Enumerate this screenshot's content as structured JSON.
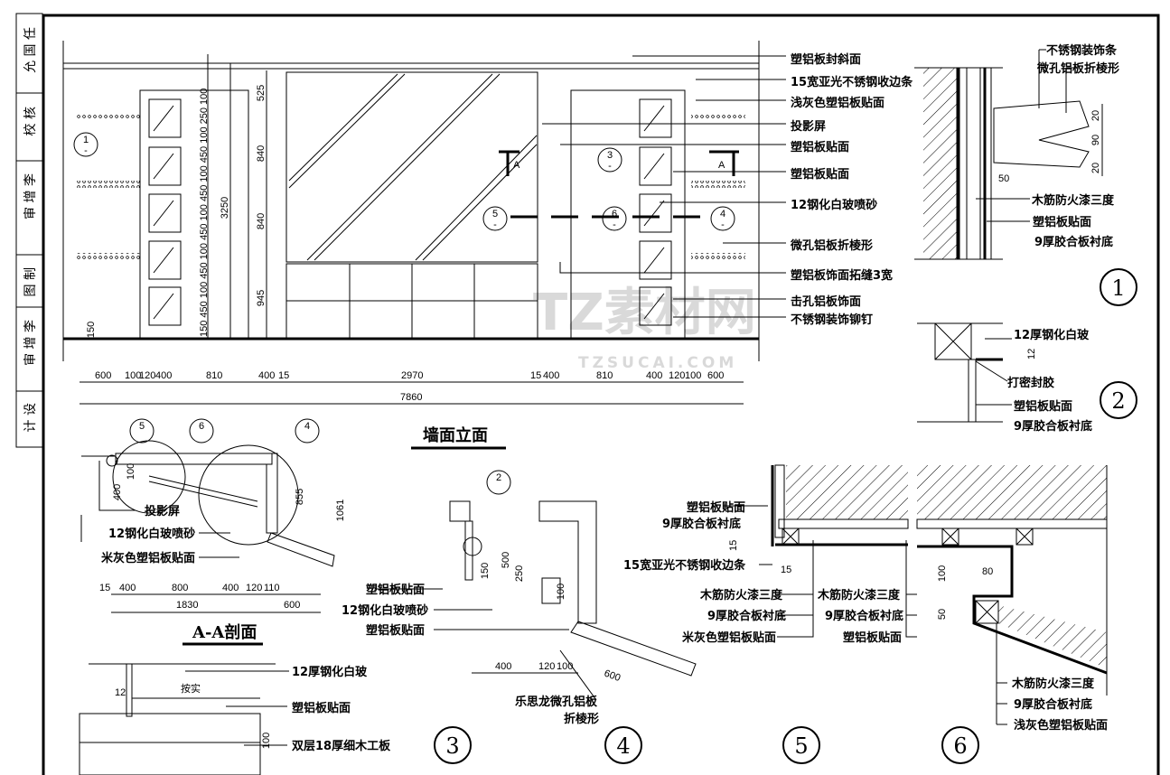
{
  "title_strip": [
    "允 国 任",
    "校 核",
    "审 增 李",
    "图 制",
    "审 增 李",
    "计 设"
  ],
  "titles": {
    "elevation": "墙面立面",
    "section_aa": "A-A剖面"
  },
  "elevation_labels": [
    "塑铝板封斜面",
    "15宽亚光不锈钢收边条",
    "浅灰色塑铝板贴面",
    "投影屏",
    "塑铝板贴面",
    "塑铝板贴面",
    "12钢化白玻喷砂",
    "微孔铝板折棱形",
    "塑铝板饰面拓缝3宽",
    "击孔铝板饰面",
    "不锈钢装饰铆钉"
  ],
  "elevation_dims_h": [
    "600",
    "100",
    "120",
    "400",
    "810",
    "400",
    "15",
    "2970",
    "15",
    "400",
    "810",
    "400",
    "120",
    "100",
    "600"
  ],
  "elevation_total": "7860",
  "elevation_dims_v_left": [
    "100",
    "250",
    "100",
    "450",
    "100",
    "450",
    "100",
    "450",
    "100",
    "450",
    "100",
    "450",
    "150"
  ],
  "elevation_dims_v_mid": [
    "525",
    "840",
    "840",
    "945"
  ],
  "elevation_total_v": "3250",
  "elevation_floor_dim": "150",
  "section_marks": {
    "a": "A",
    "c1": "1",
    "c3": "3",
    "c4": "4",
    "c5": "5",
    "c6": "6",
    "c2": "2",
    "dash": "-"
  },
  "detail1": {
    "labels": [
      "不锈钢装饰条",
      "微孔铝板折棱形",
      "木筋防火漆三度",
      "塑铝板贴面",
      "9厚胶合板衬底"
    ],
    "dims": [
      "20",
      "90",
      "20",
      "50"
    ],
    "number": "1"
  },
  "detail2": {
    "labels": [
      "12厚钢化白玻",
      "打密封胶",
      "塑铝板贴面",
      "9厚胶合板衬底"
    ],
    "dim": "12",
    "number": "2"
  },
  "section_aa": {
    "labels": [
      "投影屏",
      "12钢化白玻喷砂",
      "米灰色塑铝板贴面"
    ],
    "dims": [
      "15",
      "400",
      "800",
      "400",
      "120",
      "110",
      "1830",
      "600",
      "400",
      "100",
      "855",
      "1061"
    ]
  },
  "detail3": {
    "labels": [
      "12厚钢化白玻",
      "按实",
      "塑铝板贴面",
      "双层18厚细木工板"
    ],
    "dims": [
      "12",
      "100"
    ],
    "number": "3"
  },
  "detail4": {
    "labels": [
      "塑铝板贴面",
      "12钢化白玻喷砂",
      "塑铝板贴面",
      "乐思龙微孔铝板",
      "折棱形"
    ],
    "dims": [
      "150",
      "500",
      "250",
      "100",
      "400",
      "120",
      "100",
      "600"
    ],
    "number": "4"
  },
  "detail5": {
    "labels": [
      "塑铝板贴面",
      "9厚胶合板衬底",
      "15宽亚光不锈钢收边条",
      "木筋防火漆三度",
      "9厚胶合板衬底",
      "米灰色塑铝板贴面"
    ],
    "dims": [
      "15",
      "15"
    ],
    "number": "5"
  },
  "detail6": {
    "labels": [
      "木筋防火漆三度",
      "9厚胶合板衬底",
      "塑铝板贴面",
      "木筋防火漆三度",
      "9厚胶合板衬底",
      "浅灰色塑铝板贴面"
    ],
    "dims": [
      "100",
      "80",
      "50"
    ],
    "number": "6"
  },
  "watermark": {
    "logo": "TZ素材网",
    "url": "TZSUCAI.COM"
  }
}
